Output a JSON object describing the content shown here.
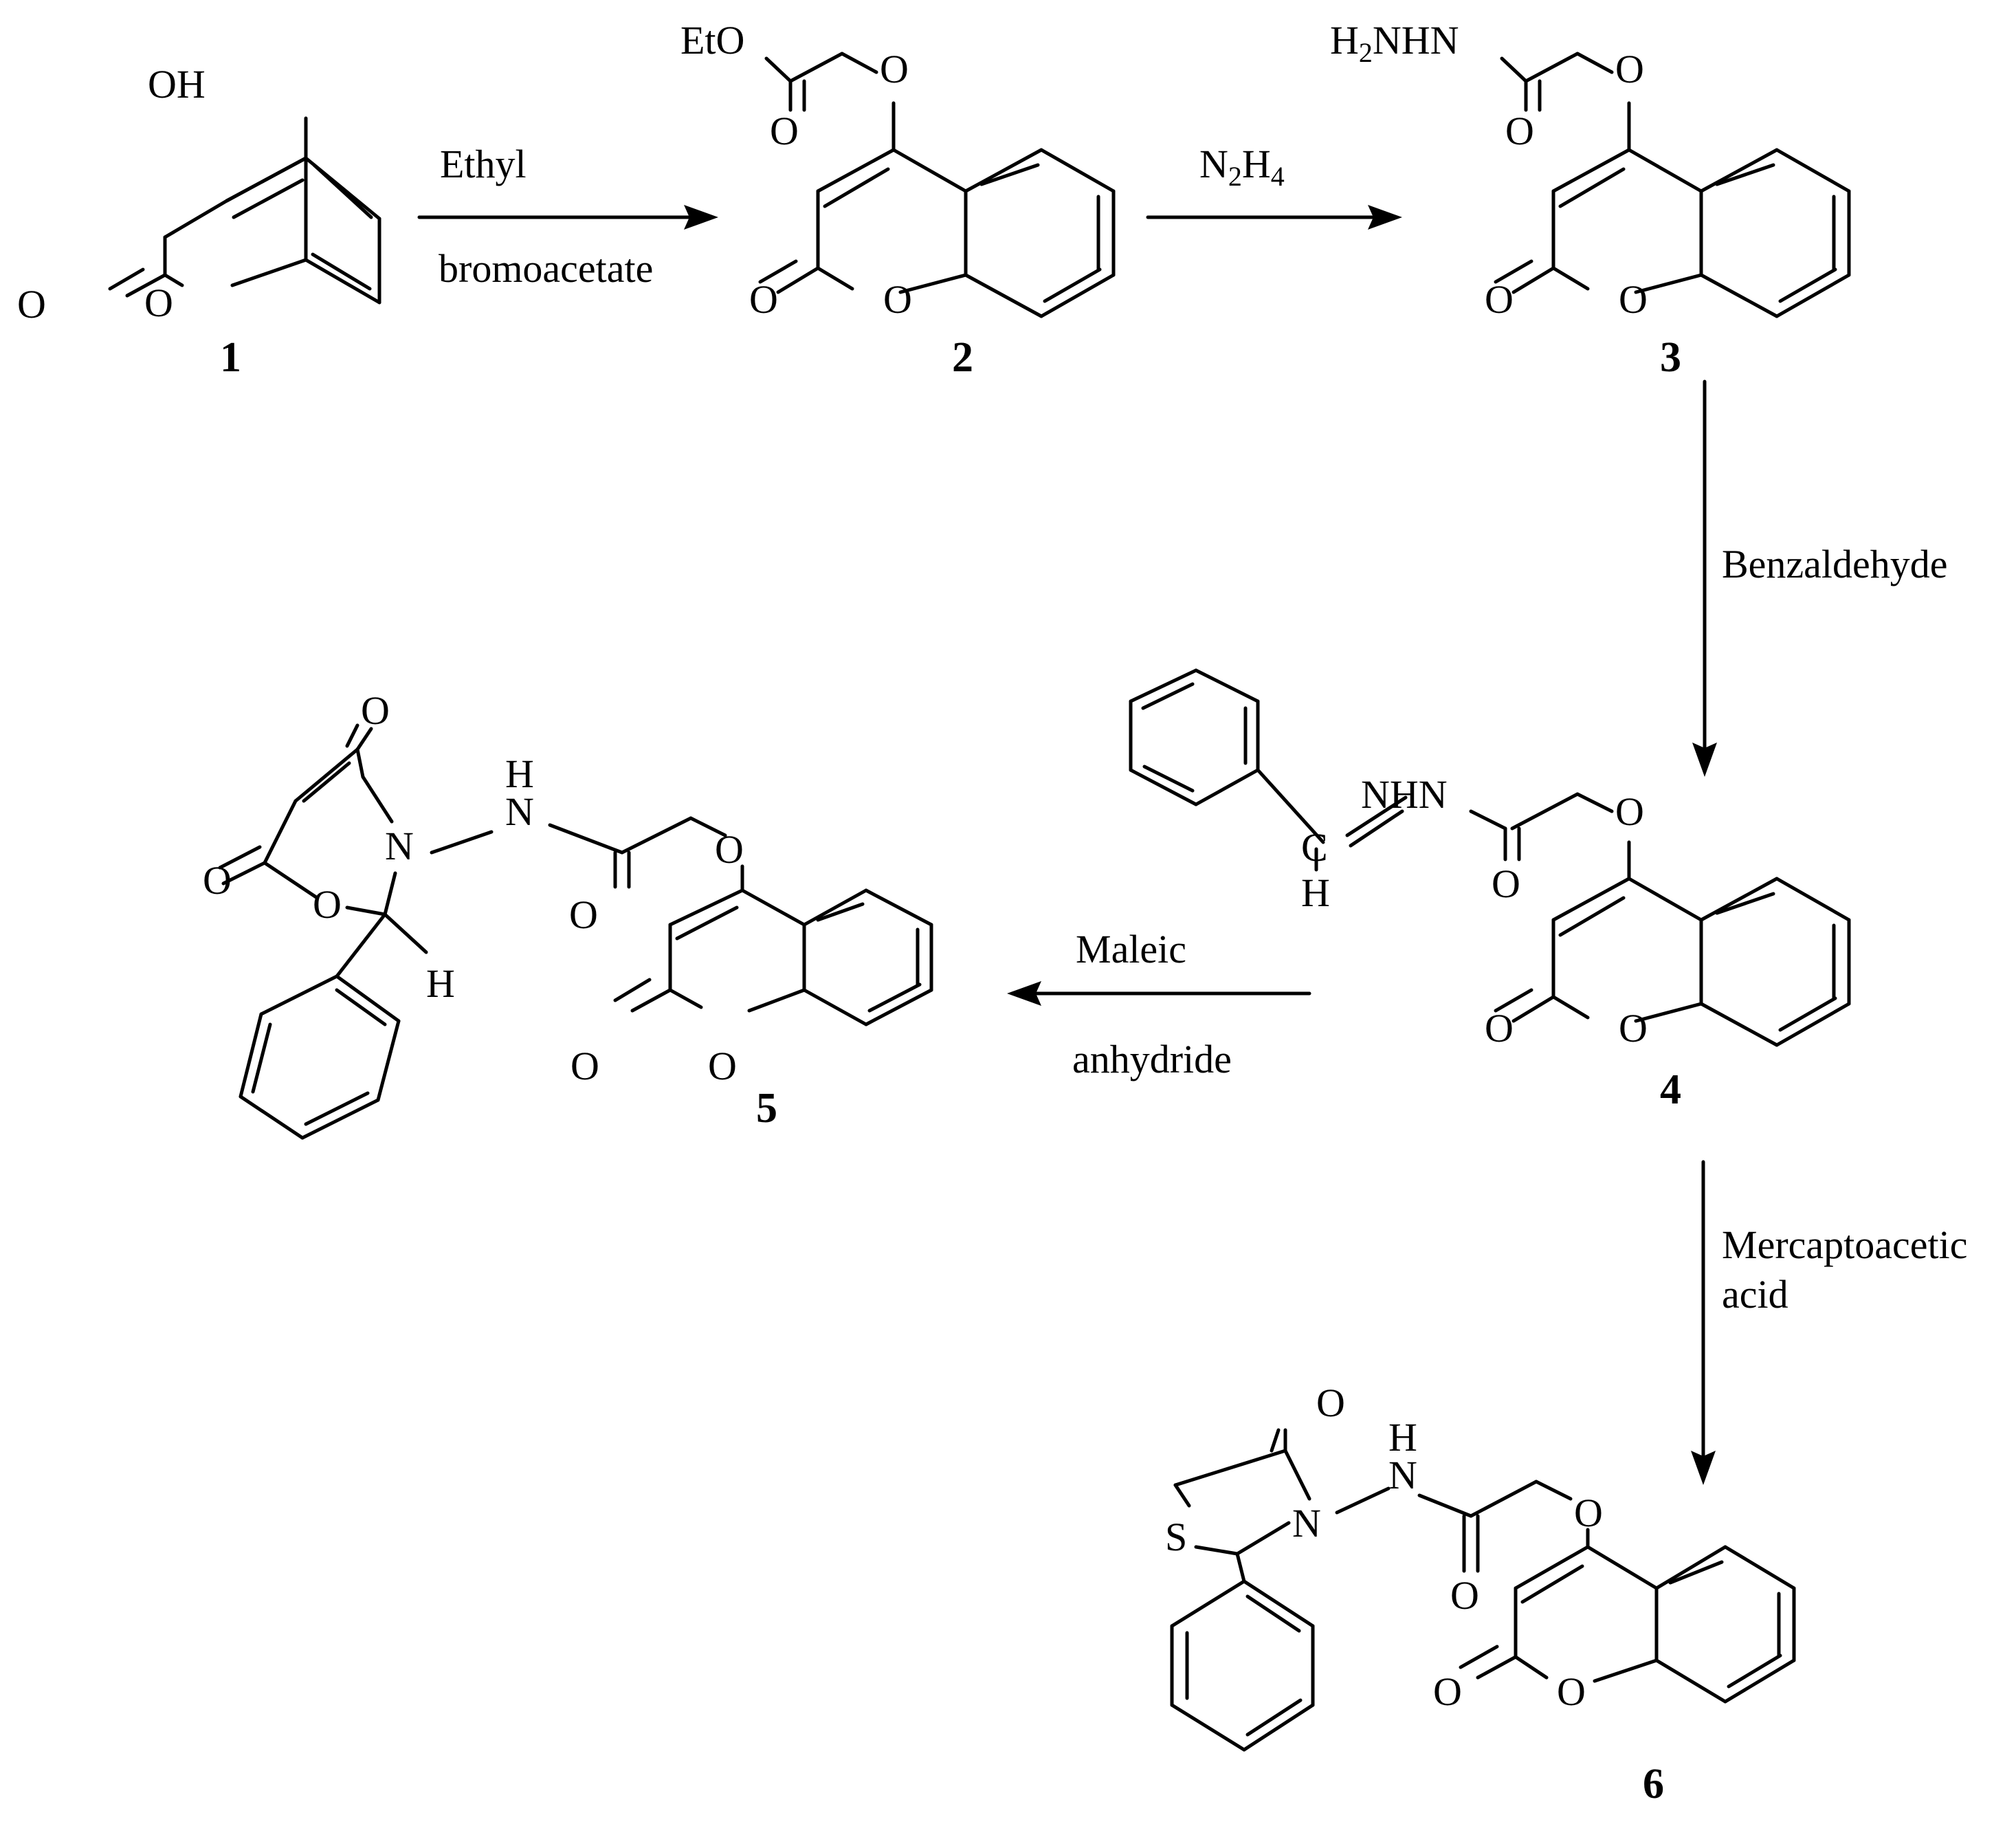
{
  "compounds": [
    {
      "number": "1",
      "labels": {
        "oh": "OH",
        "ketone_o": "O",
        "ring_o": "O"
      }
    },
    {
      "number": "2",
      "labels": {
        "eto": "EtO",
        "carbonyl_o": "O",
        "ether_o": "O",
        "ketone_o": "O",
        "ring_o": "O"
      }
    },
    {
      "number": "3",
      "labels": {
        "h2nhn": "H",
        "h2nhn_sub": "2",
        "h2nhn_rest": "NHN",
        "carbonyl_o": "O",
        "ether_o": "O",
        "ketone_o": "O",
        "ring_o": "O"
      }
    },
    {
      "number": "4",
      "labels": {
        "nhn": "NHN",
        "c": "C",
        "h": "H",
        "carbonyl_o": "O",
        "ether_o": "O",
        "ketone_o": "O",
        "ring_o": "O"
      }
    },
    {
      "number": "5",
      "labels": {
        "ring_ketone_o": "O",
        "lactone_o": "O",
        "ring_o": "O",
        "n": "N",
        "nh_h": "H",
        "nh_n": "N",
        "h": "H",
        "carbonyl_o": "O",
        "ether_o": "O",
        "ketone_o": "O",
        "coumarin_ring_o": "O"
      }
    },
    {
      "number": "6",
      "labels": {
        "ring_ketone_o": "O",
        "s": "S",
        "n": "N",
        "nh_h": "H",
        "nh_n": "N",
        "carbonyl_o": "O",
        "ether_o": "O",
        "ketone_o": "O",
        "ring_o": "O"
      }
    }
  ],
  "reactions": [
    {
      "from": "1",
      "to": "2",
      "reagent_lines": [
        "Ethyl",
        "bromoacetate"
      ]
    },
    {
      "from": "2",
      "to": "3",
      "reagent_main": "N",
      "reagent_sub1": "2",
      "reagent_mid": "H",
      "reagent_sub2": "4"
    },
    {
      "from": "3",
      "to": "4",
      "reagent_lines": [
        "Benzaldehyde"
      ]
    },
    {
      "from": "4",
      "to": "5",
      "reagent_lines": [
        "Maleic",
        "anhydride"
      ]
    },
    {
      "from": "4",
      "to": "6",
      "reagent_lines": [
        "Mercaptoacetic",
        "acid"
      ]
    }
  ]
}
